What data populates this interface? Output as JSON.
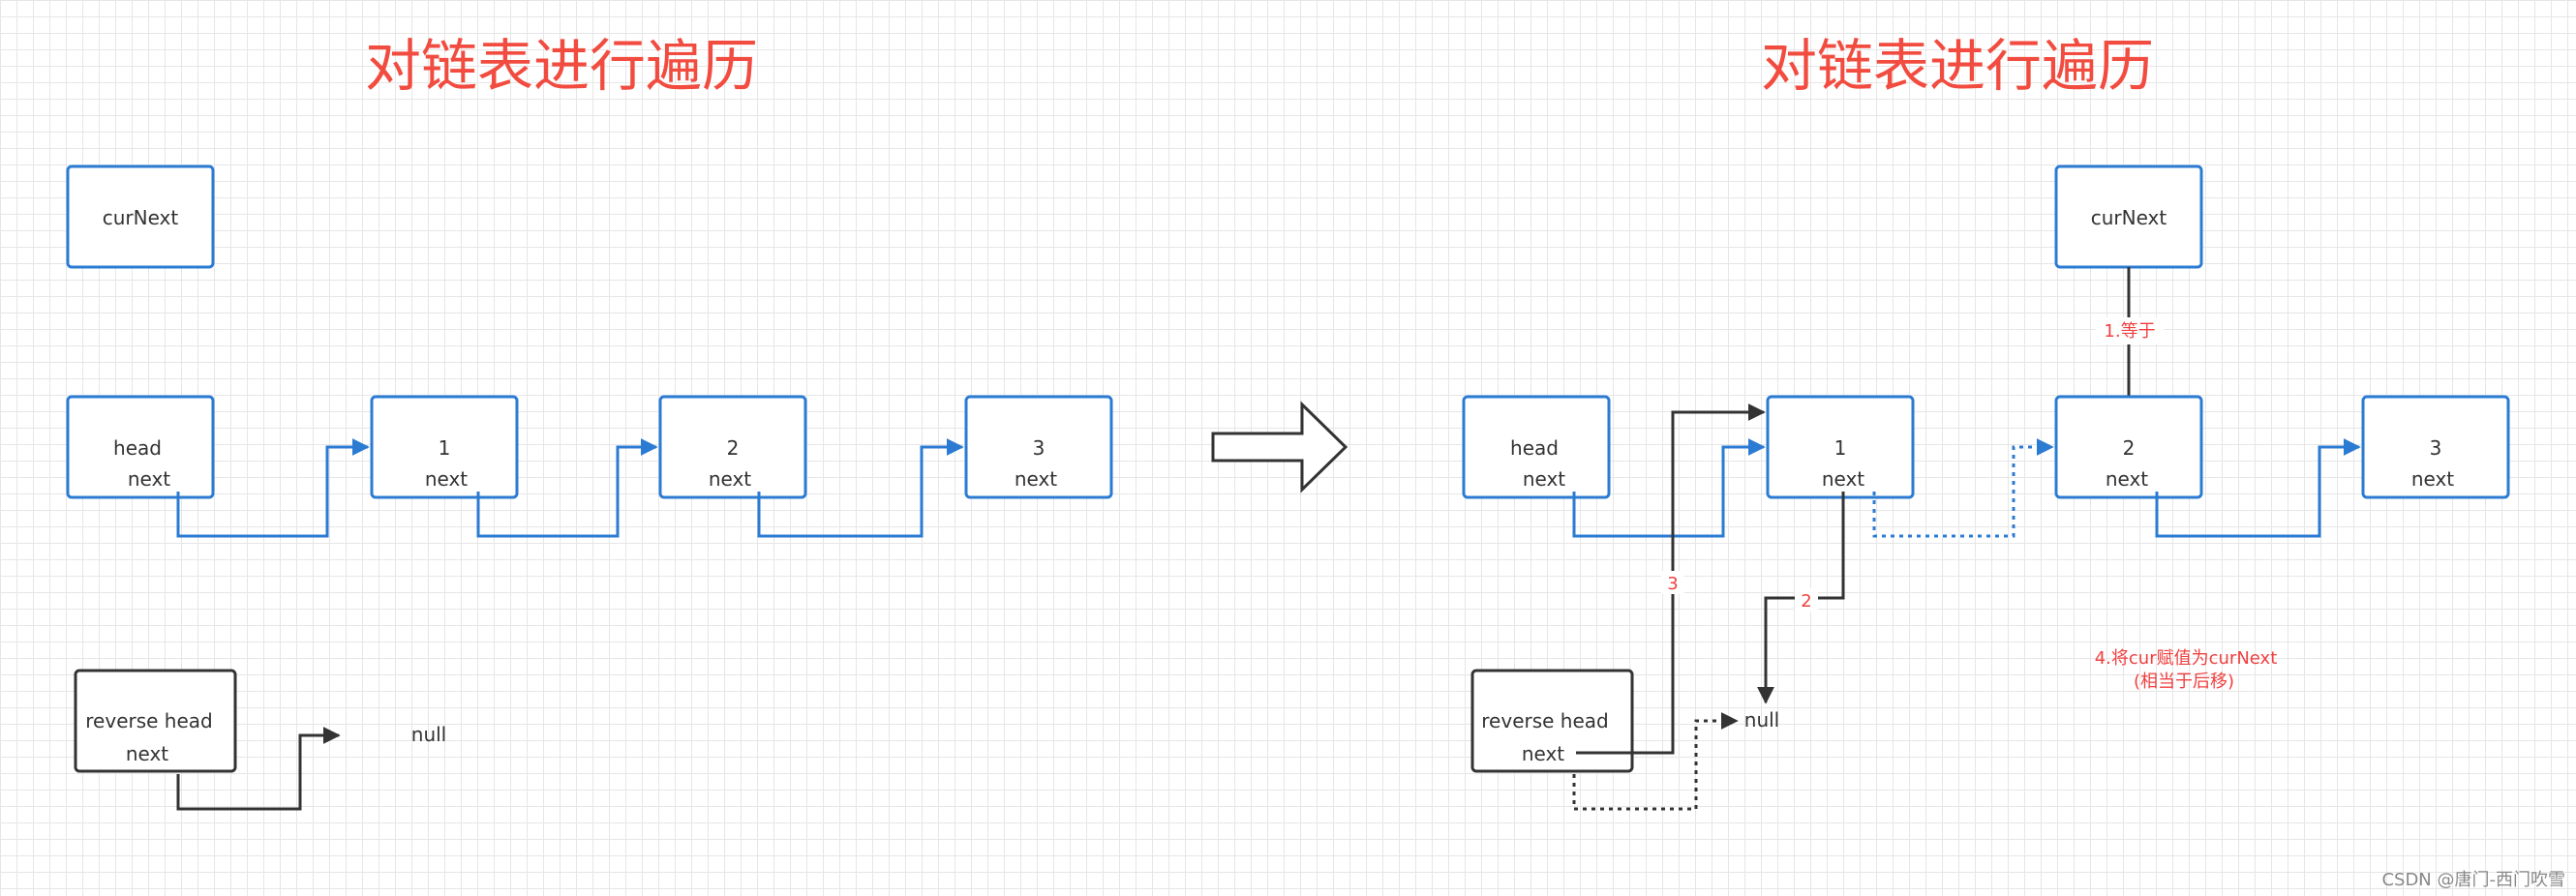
{
  "left": {
    "title": "对链表进行遍历",
    "curnext": "curNext",
    "head": {
      "line1": "head",
      "line2": "next"
    },
    "node1": {
      "line1": "1",
      "line2": "next"
    },
    "node2": {
      "line1": "2",
      "line2": "next"
    },
    "node3": {
      "line1": "3",
      "line2": "next"
    },
    "reverse": {
      "line1": "reverse head",
      "line2": "next"
    },
    "null": "null"
  },
  "right": {
    "title": "对链表进行遍历",
    "curnext": "curNext",
    "head": {
      "line1": "head",
      "line2": "next"
    },
    "node1": {
      "line1": "1",
      "line2": "next"
    },
    "node2": {
      "line1": "2",
      "line2": "next"
    },
    "node3": {
      "line1": "3",
      "line2": "next"
    },
    "reverse": {
      "line1": "reverse head",
      "line2": "next"
    },
    "null": "null",
    "step1": "1.等于",
    "step2": "2",
    "step3": "3",
    "step4_line1": "4.将cur赋值为curNext",
    "step4_line2": "(相当于后移)"
  },
  "watermark": "CSDN @唐门-西门吹雪",
  "colors": {
    "node_border": "#2b7bd3",
    "title": "#f24b3f",
    "annotation": "#f04040",
    "grid": "#e6e6e6"
  }
}
